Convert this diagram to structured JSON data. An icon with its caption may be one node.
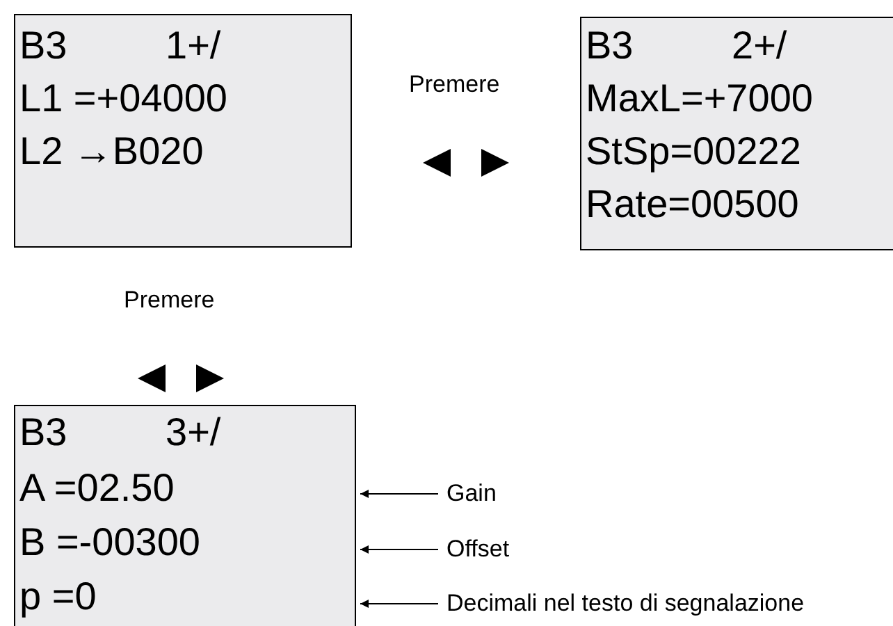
{
  "diagram": {
    "nodes": [
      {
        "text": [
          "B3",
          "1+/",
          "L1 =+04000",
          "L2 →B020"
        ]
      },
      {
        "text": [
          "B3",
          "2+/",
          "MaxL=+7000",
          "StSp=00222",
          "Rate=00500"
        ]
      },
      {
        "text": [
          "B3",
          "3+/",
          "A =02.50",
          "B =-00300",
          "p =0"
        ]
      },
      {
        "text": [
          "Gain"
        ]
      },
      {
        "text": [
          "Offset"
        ]
      },
      {
        "text": [
          "Decimali nel testo di segnalazione"
        ]
      }
    ],
    "edges": [
      {
        "from": 3,
        "to": 2,
        "arrow": "to"
      },
      {
        "from": 4,
        "to": 2,
        "arrow": "to"
      },
      {
        "from": 5,
        "to": 2,
        "arrow": "to"
      }
    ],
    "labels": [
      "Premere",
      "Premere"
    ]
  }
}
